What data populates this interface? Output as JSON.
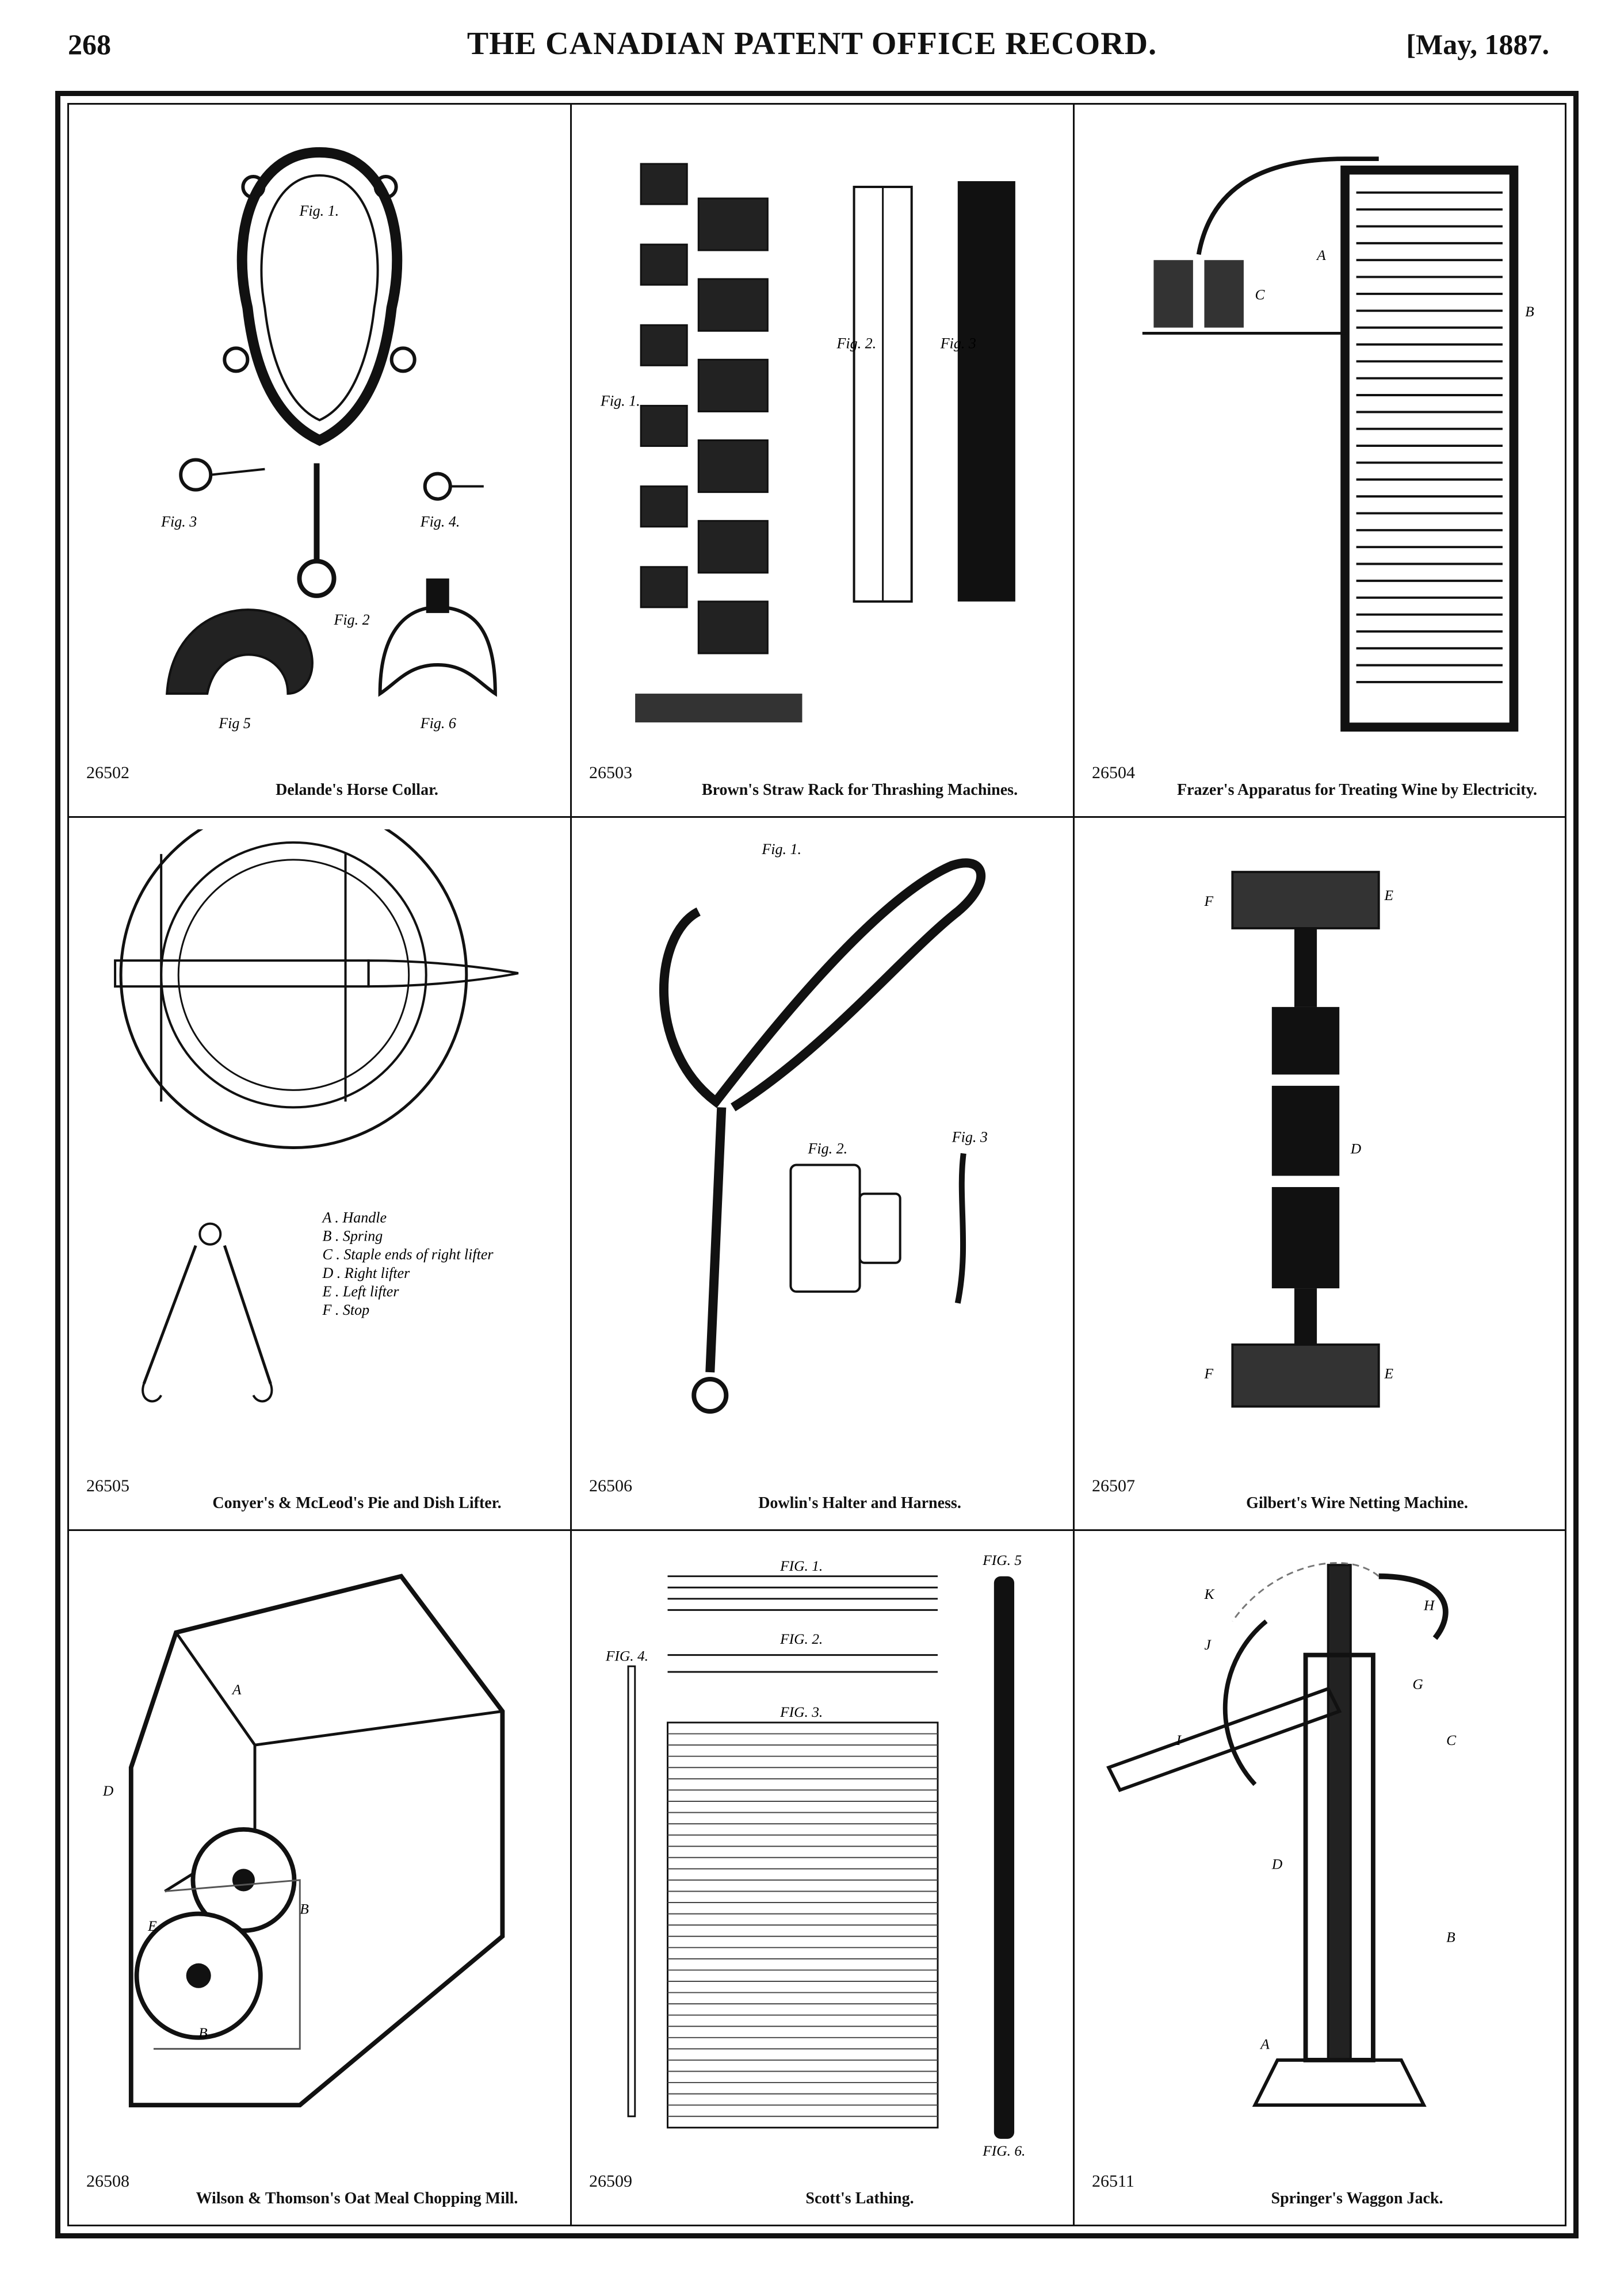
{
  "header": {
    "page_number": "268",
    "journal_title": "THE CANADIAN PATENT OFFICE RECORD.",
    "issue_date": "[May, 1887."
  },
  "patents": [
    {
      "number": "26502",
      "title": "Delande's Horse Collar."
    },
    {
      "number": "26503",
      "title": "Brown's Straw Rack for Thrashing Machines."
    },
    {
      "number": "26504",
      "title": "Frazer's Apparatus for Treating Wine by Electricity."
    },
    {
      "number": "26505",
      "title": "Conyer's & McLeod's Pie and Dish Lifter."
    },
    {
      "number": "26506",
      "title": "Dowlin's Halter and Harness."
    },
    {
      "number": "26507",
      "title": "Gilbert's Wire Netting Machine."
    },
    {
      "number": "26508",
      "title": "Wilson & Thomson's Oat Meal Chopping Mill."
    },
    {
      "number": "26509",
      "title": "Scott's Lathing."
    },
    {
      "number": "26511",
      "title": "Springer's Waggon Jack."
    }
  ],
  "figure_labels": {
    "collar": [
      "Fig. 1.",
      "Fig. 2",
      "Fig. 3",
      "Fig. 4.",
      "Fig 5",
      "Fig. 6"
    ],
    "rack": [
      "Fig. 1.",
      "Fig. 2.",
      "Fig. 3"
    ],
    "wine": [
      "A",
      "B",
      "C"
    ],
    "lifter_legend": [
      "A . Handle",
      "B . Spring",
      "C . Staple ends of right lifter",
      "D . Right lifter",
      "E . Left lifter",
      "F . Stop"
    ],
    "halter": [
      "Fig. 1.",
      "Fig. 2.",
      "Fig. 3"
    ],
    "netting": [
      "E",
      "F",
      "D",
      "E",
      "F"
    ],
    "mill": [
      "A",
      "D",
      "E",
      "B",
      "B"
    ],
    "lathing": [
      "FIG. 1.",
      "FIG. 2.",
      "FIG. 3.",
      "FIG. 4.",
      "FIG. 5",
      "FIG. 6."
    ],
    "jack": [
      "K",
      "J",
      "H",
      "G",
      "I",
      "C",
      "D",
      "B",
      "A"
    ]
  }
}
